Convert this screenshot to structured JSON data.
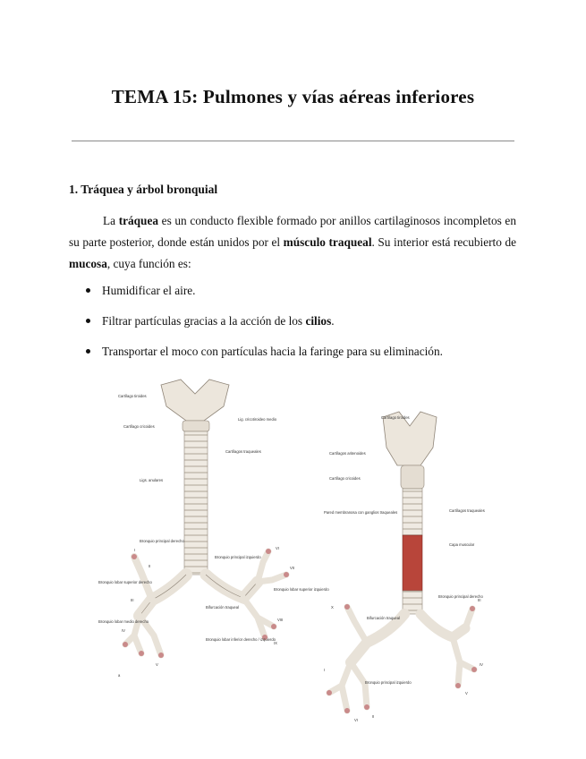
{
  "title": "TEMA 15: Pulmones y vías aéreas inferiores",
  "section": {
    "heading": "1. Tráquea y árbol bronquial",
    "paragraph": [
      {
        "text": "La ",
        "bold": false
      },
      {
        "text": "tráquea",
        "bold": true
      },
      {
        "text": " es un conducto flexible formado por anillos cartilaginosos incompletos en su parte posterior, donde están unidos por el ",
        "bold": false
      },
      {
        "text": "músculo traqueal",
        "bold": true
      },
      {
        "text": ". Su interior está recubierto de ",
        "bold": false
      },
      {
        "text": "mucosa",
        "bold": true
      },
      {
        "text": ", cuya función es:",
        "bold": false
      }
    ],
    "bullets": [
      [
        {
          "text": "Humidificar el aire.",
          "bold": false
        }
      ],
      [
        {
          "text": "Filtrar partículas gracias a la acción de los ",
          "bold": false
        },
        {
          "text": "cilios",
          "bold": true
        },
        {
          "text": ".",
          "bold": false
        }
      ],
      [
        {
          "text": "Transportar el moco con partículas hacia la faringe para su eliminación.",
          "bold": false
        }
      ]
    ]
  },
  "figure": {
    "left_labels": [
      "Cartílago tiroides",
      "Lig. cricotiroideo medio",
      "Cartílago cricoides",
      "Cartílagos traqueales",
      "Ligs. anulares",
      "Bronquio principal derecho",
      "Bronquio principal izquierdo",
      "Bronquio lobar superior derecho",
      "Bronquio lobar superior izquierdo",
      "Bronquio lobar medio derecho",
      "Bifurcación traqueal",
      "Bronquio lobar inferior derecho / izquierdo",
      "a"
    ],
    "right_labels": [
      "Cartílago tiroides",
      "Cartílagos aritenoides",
      "Cartílago cricoides",
      "Cartílagos traqueales",
      "Pared membranosa con ganglios traqueales",
      "Capa muscular",
      "Bifurcación traqueal",
      "Bronquio principal derecho",
      "Bronquio principal izquierdo"
    ],
    "segment_numerals": [
      "I",
      "II",
      "III",
      "IV",
      "V",
      "VI",
      "VII",
      "VIII",
      "IX",
      "X"
    ],
    "colors": {
      "cartilage": "#ece6dc",
      "muscle": "#b8453a",
      "outline": "#8f8578"
    }
  }
}
